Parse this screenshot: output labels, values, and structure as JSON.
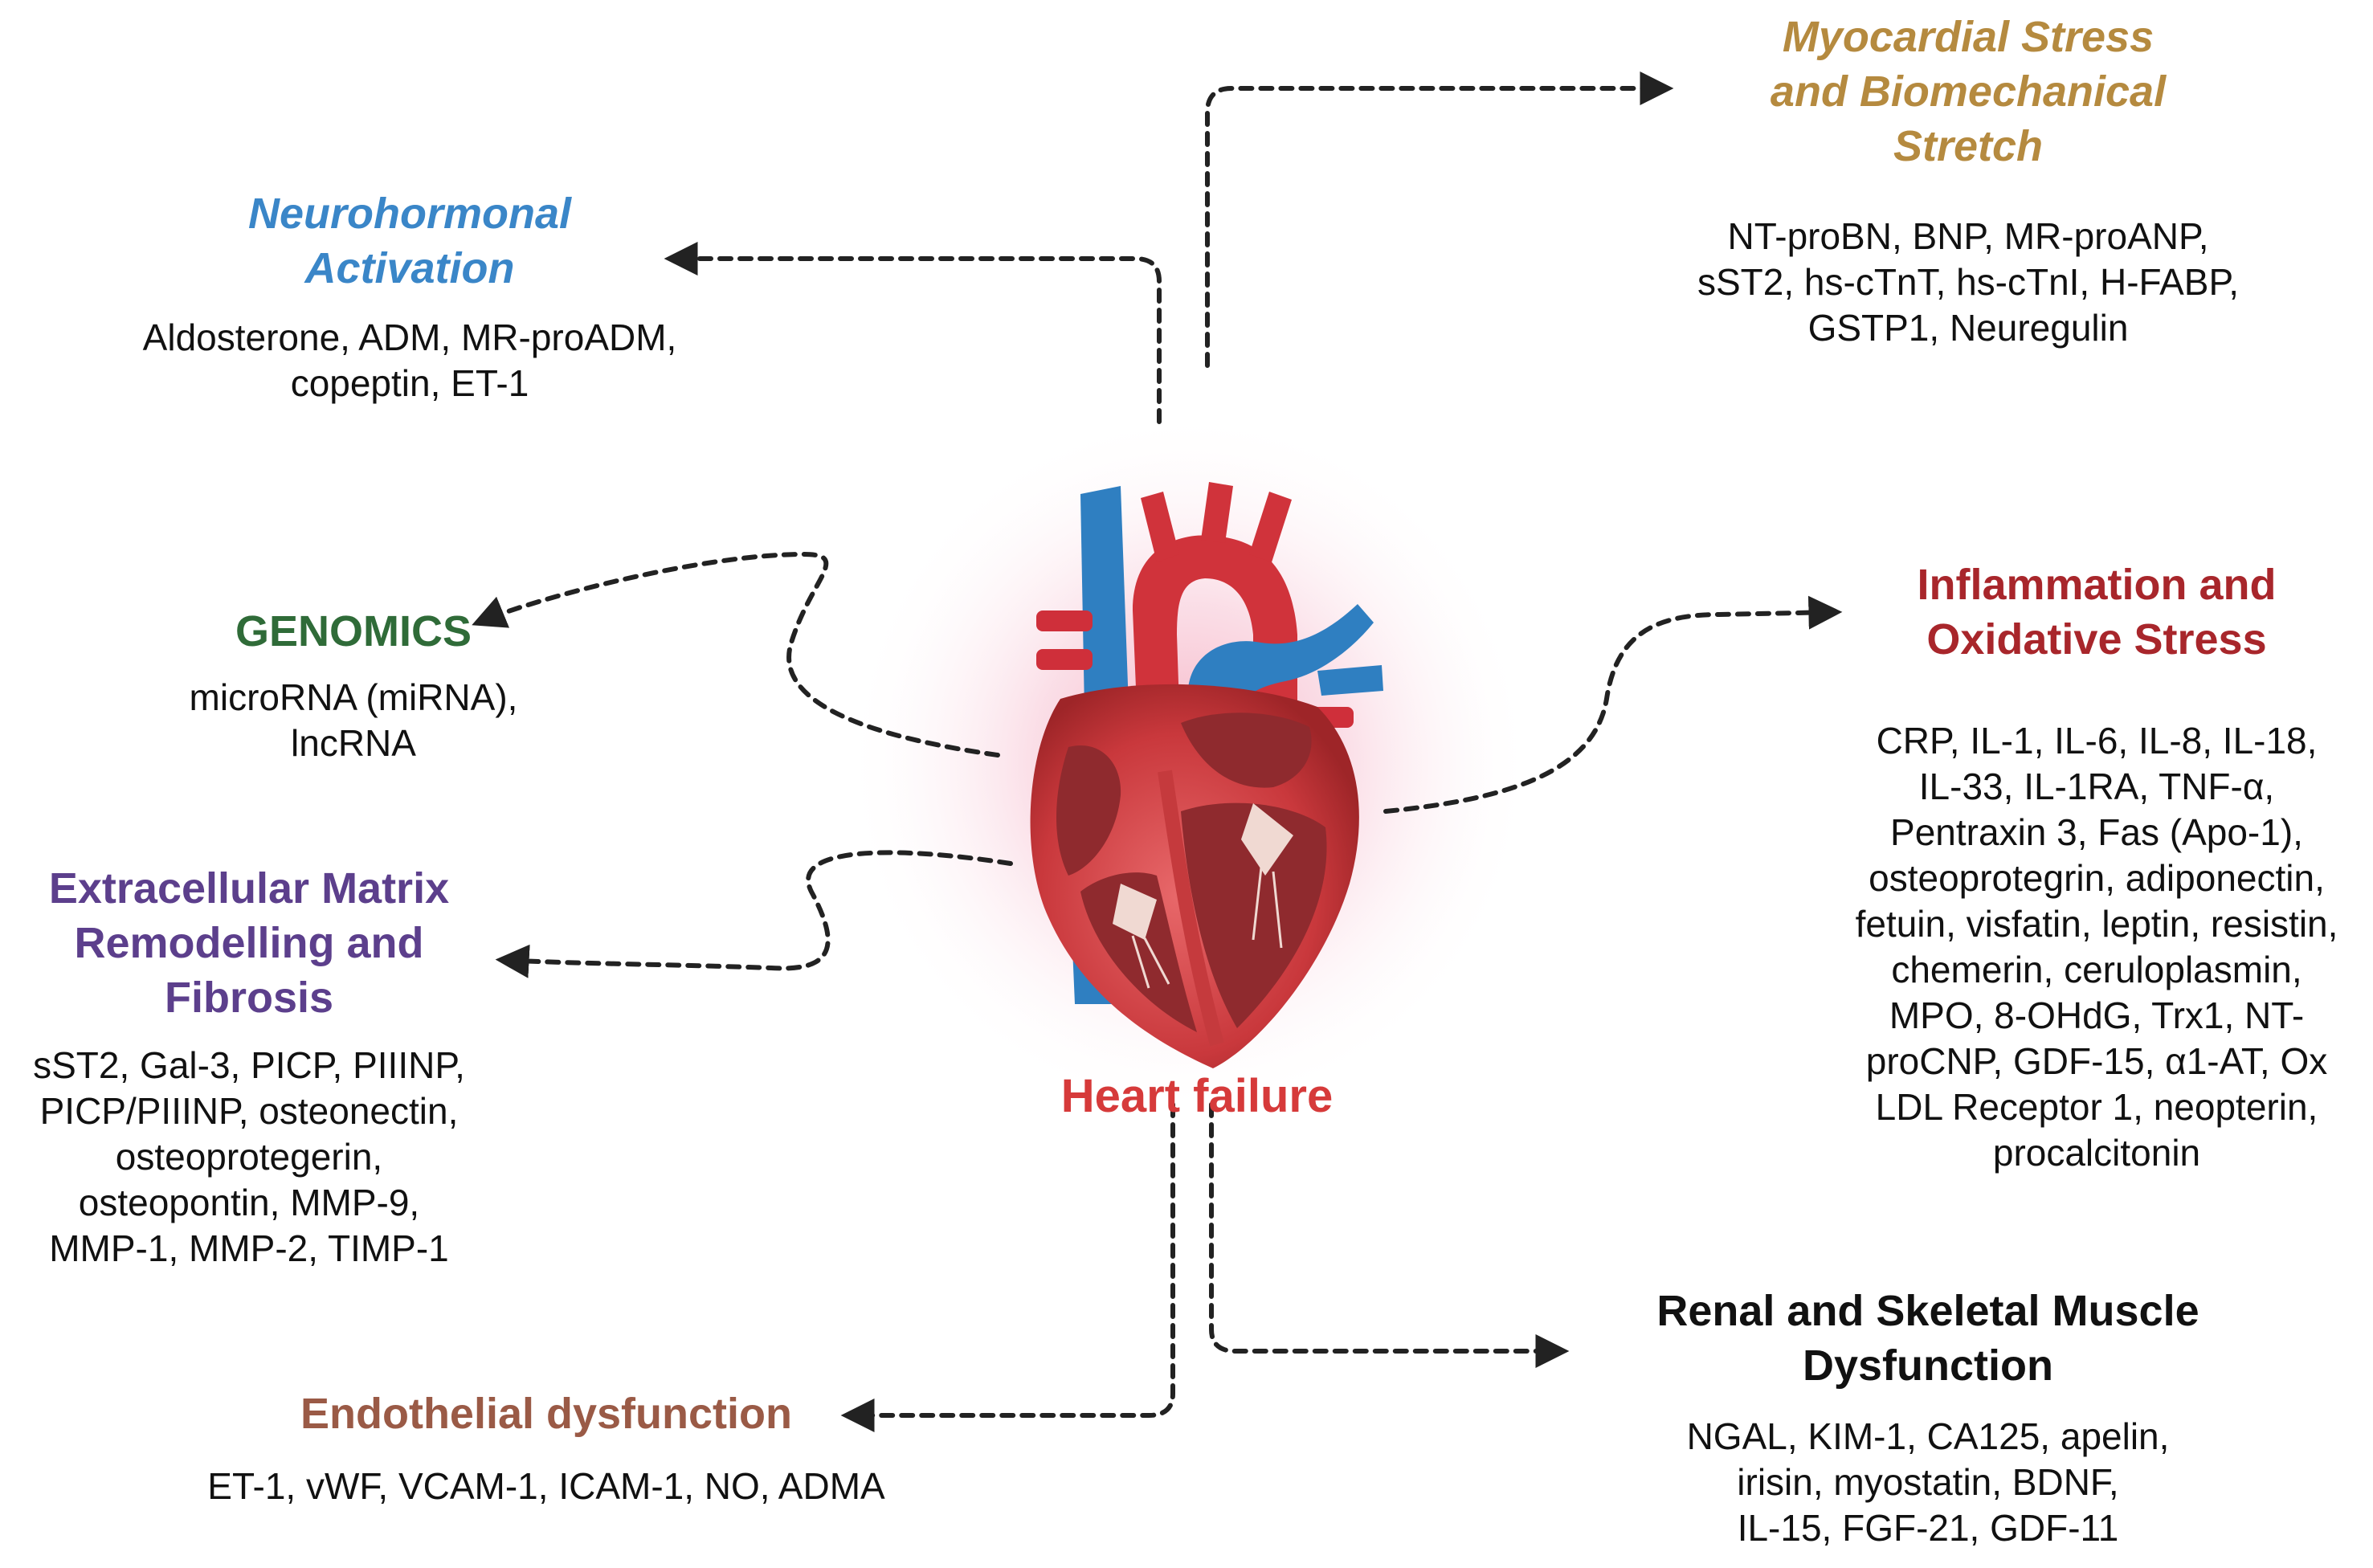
{
  "center": {
    "label": "Heart failure",
    "color": "#d63a3a"
  },
  "categories": [
    {
      "id": "myocardial",
      "title": "Myocardial Stress\nand Biomechanical\nStretch",
      "color": "#b58a3f",
      "italic": true,
      "items": "NT-proBN, BNP, MR-proANP,\nsST2,  hs-cTnT, hs-cTnI, H-FABP,\nGSTP1, Neuregulin"
    },
    {
      "id": "neurohormonal",
      "title": "Neurohormonal\nActivation",
      "color": "#3a86c8",
      "italic": true,
      "items": "Aldosterone, ADM, MR-proADM,\ncopeptin, ET-1"
    },
    {
      "id": "genomics",
      "title": "GENOMICS",
      "color": "#2f6b38",
      "italic": false,
      "items": "microRNA (miRNA),\nlncRNA"
    },
    {
      "id": "ecm",
      "title": "Extracellular Matrix\nRemodelling and\nFibrosis",
      "color": "#5c3f8c",
      "italic": false,
      "items": "sST2, Gal-3, PICP, PIIINP,\nPICP/PIIINP, osteonectin,\nosteoprotegerin,\nosteopontin, MMP-9,\nMMP-1, MMP-2, TIMP-1"
    },
    {
      "id": "inflammation",
      "title": "Inflammation and\nOxidative Stress",
      "color": "#a8262b",
      "italic": false,
      "items": "CRP, IL-1, IL-6, IL-8, IL-18,\nIL-33, IL-1RA, TNF-α,\nPentraxin 3, Fas (Apo-1),\nosteoprotegrin,  adiponectin,\nfetuin, visfatin, leptin, resistin,\nchemerin, ceruloplasmin,\nMPO, 8-OHdG, Trx1, NT-\nproCNP, GDF-15, α1-AT, Ox\nLDL Receptor 1, neopterin,\nprocalcitonin"
    },
    {
      "id": "renal",
      "title": "Renal and Skeletal Muscle\nDysfunction",
      "color": "#111111",
      "italic": false,
      "items": "NGAL, KIM-1, CA125, apelin,\nirisin, myostatin, BDNF,\nIL-15, FGF-21, GDF-11"
    },
    {
      "id": "endothelial",
      "title": "Endothelial dysfunction",
      "color": "#9a5a46",
      "italic": false,
      "items": "ET-1, vWF, VCAM-1, ICAM-1, NO, ADMA"
    }
  ],
  "colors": {
    "arrow": "#222222",
    "vessel_blue": "#2f7fc1",
    "vessel_red": "#cf2f3a",
    "muscle": "#c53a3d",
    "chamber": "#8f2a2e",
    "glow": "#f7b6c4"
  }
}
